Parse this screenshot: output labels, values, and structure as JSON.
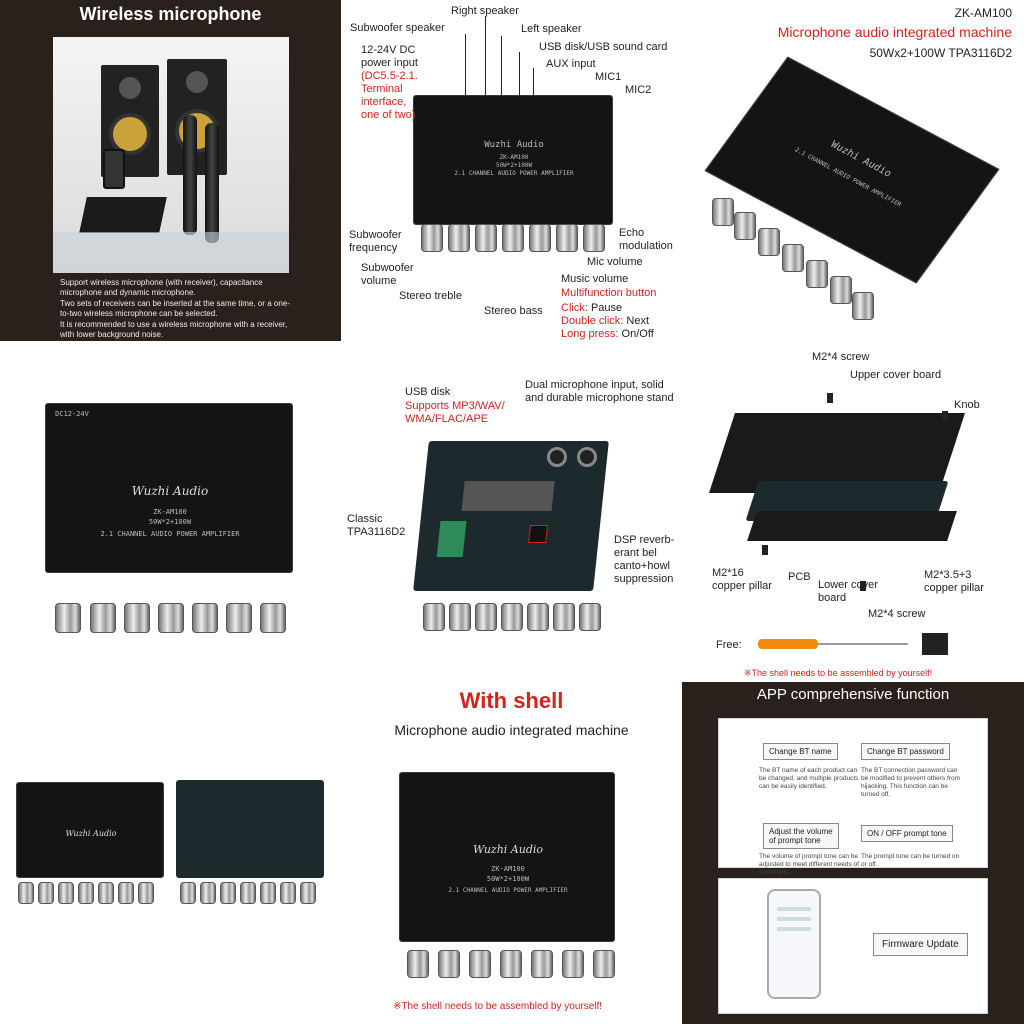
{
  "p1": {
    "title": "Wireless microphone",
    "bullets": [
      "Support wireless microphone (with receiver), capacitance microphone and dynamic microphone.",
      "Two sets of receivers can be inserted at the same time, or a one-to-two wireless microphone can be selected.",
      "It is recommended to use a wireless microphone with a receiver, with lower background noise."
    ]
  },
  "p2": {
    "subwoofer_speaker": "Subwoofer speaker",
    "right_speaker": "Right speaker",
    "left_speaker": "Left speaker",
    "usb": "USB disk/USB sound card",
    "aux": "AUX input",
    "mic1": "MIC1",
    "mic2": "MIC2",
    "power_l1": "12-24V DC",
    "power_l2": "power input",
    "power_red_l1": "(DC5.5-2.1.",
    "power_red_l2": "Terminal",
    "power_red_l3": "interface,",
    "power_red_l4": "one of two)",
    "sub_freq_l1": "Subwoofer",
    "sub_freq_l2": "frequency",
    "sub_vol_l1": "Subwoofer",
    "sub_vol_l2": "volume",
    "treble": "Stereo treble",
    "bass": "Stereo bass",
    "echo_l1": "Echo",
    "echo_l2": "modulation",
    "mic_volume": "Mic volume",
    "music_volume": "Music volume",
    "multifunction": "Multifunction button",
    "click_label": "Click:",
    "click_value": "Pause",
    "dbl_label": "Double click:",
    "dbl_value": "Next",
    "long_label": "Long press:",
    "long_value": "On/Off"
  },
  "p3": {
    "model": "ZK-AM100",
    "headline": "Microphone audio integrated machine",
    "spec": "50Wx2+100W  TPA3116D2"
  },
  "board": {
    "brand": "Wuzhi Audio",
    "model": "ZK-AM100",
    "power": "50W*2+100W",
    "desc": "2.1 CHANNEL AUDIO POWER AMPLIFIER",
    "dc": "DC12-24V"
  },
  "p5": {
    "usb_title": "USB disk",
    "usb_red_l1": "Supports MP3/WAV/",
    "usb_red_l2": "WMA/FLAC/APE",
    "dual_l1": "Dual microphone input, solid",
    "dual_l2": "and durable microphone stand",
    "classic_l1": "Classic",
    "classic_l2": "TPA3116D2",
    "dsp_l1": "DSP reverb-",
    "dsp_l2": "erant bel",
    "dsp_l3": "canto+howl",
    "dsp_l4": "suppression"
  },
  "p6": {
    "m24_top": "M2*4 screw",
    "upper": "Upper cover board",
    "knob": "Knob",
    "m216_l1": "M2*16",
    "m216_l2": "copper pillar",
    "pcb": "PCB",
    "lower_l1": "Lower cover",
    "lower_l2": "board",
    "m235_l1": "M2*3.5+3",
    "m235_l2": "copper pillar",
    "m24_bottom": "M2*4 screw",
    "free": "Free:",
    "note": "※The shell needs to be assembled by yourself!"
  },
  "p8": {
    "title": "With shell",
    "subtitle": "Microphone audio integrated machine",
    "note": "※The shell needs to be assembled by yourself!"
  },
  "p9": {
    "title": "APP comprehensive function",
    "change_bt_name": "Change BT name",
    "change_bt_name_desc": "The BT name of each product can be changed, and multiple products can be easily identified.",
    "change_bt_pwd": "Change BT password",
    "change_bt_pwd_desc": "The BT connection password can be modified to prevent others from hijacking. This function can be turned off.",
    "adjust_vol_l1": "Adjust the volume",
    "adjust_vol_l2": "of prompt tone",
    "adjust_vol_desc": "The volume of prompt tone can be adjusted to meet different needs of customers.",
    "onoff": "ON / OFF prompt tone",
    "onoff_desc": "The prompt tone can be turned on or off.",
    "firmware": "Firmware Update"
  },
  "colors": {
    "accent_red": "#d2231f",
    "panel_dark": "#2a201c"
  }
}
